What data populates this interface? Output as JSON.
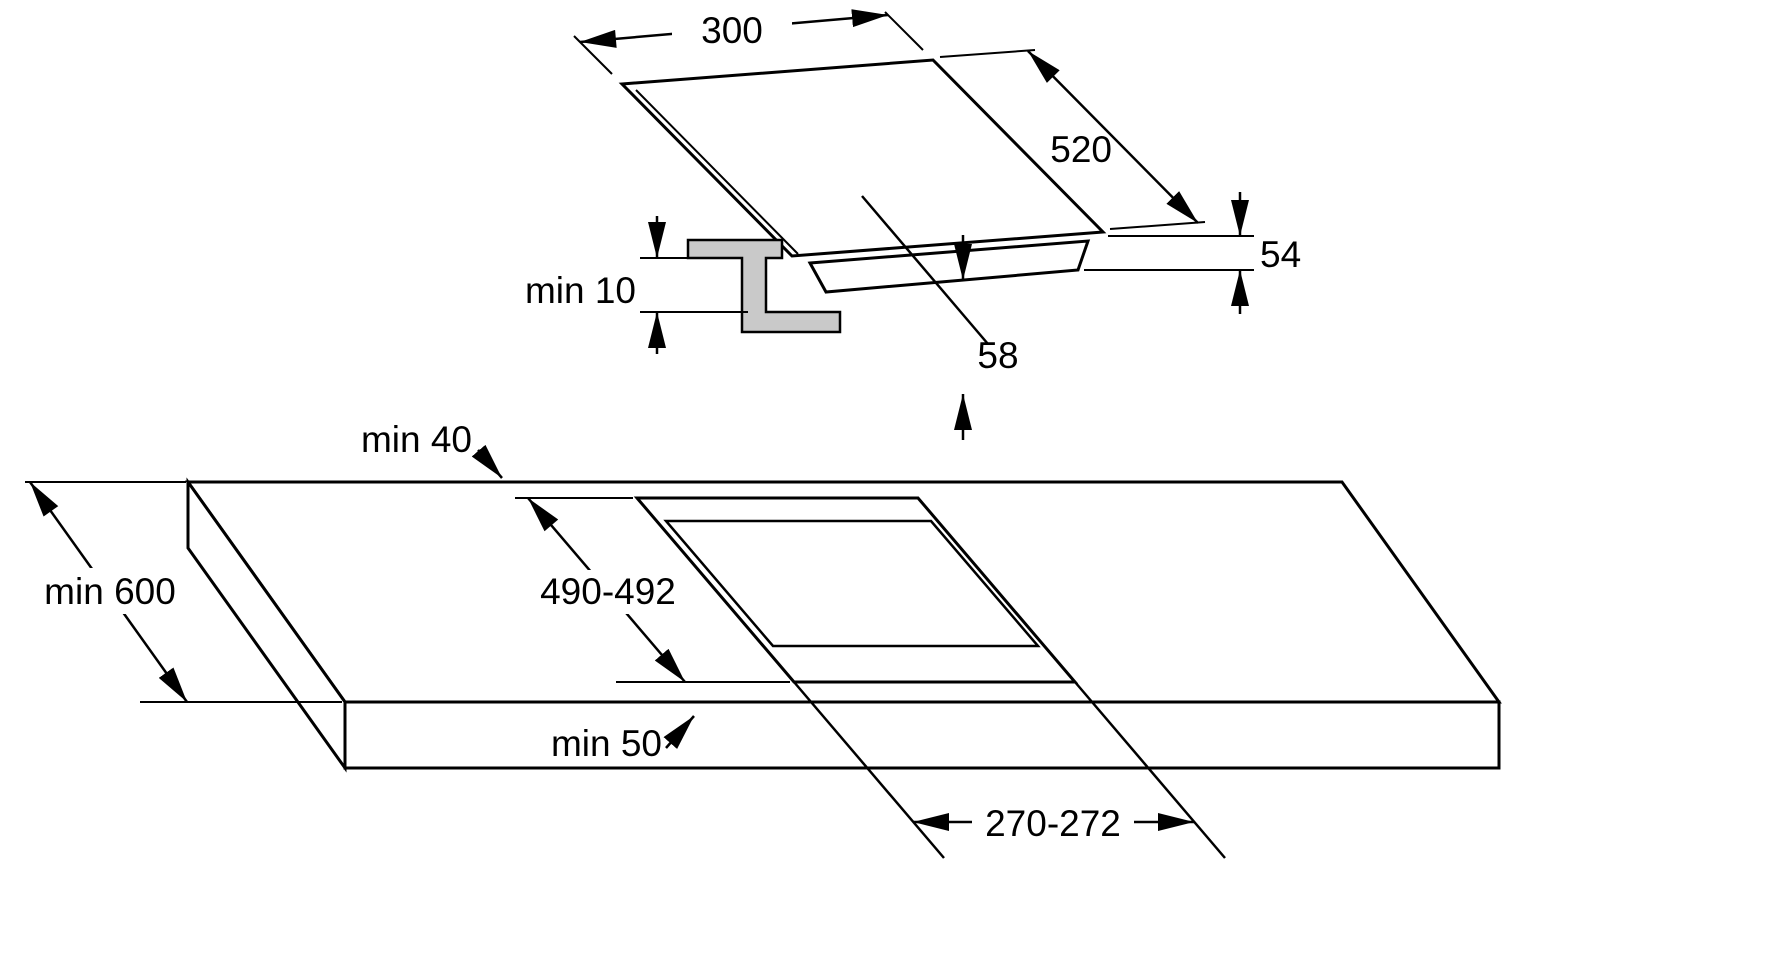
{
  "diagram": {
    "hob_view": {
      "width": "300",
      "depth": "520",
      "height": "54",
      "built_in_depth": "58",
      "clamp_clearance": "min 10"
    },
    "worktop_view": {
      "rear_edge_clearance": "min 40",
      "worktop_min_depth": "min 600",
      "cutout_depth": "490-492",
      "front_edge_clearance": "min 50",
      "cutout_width": "270-272"
    }
  }
}
